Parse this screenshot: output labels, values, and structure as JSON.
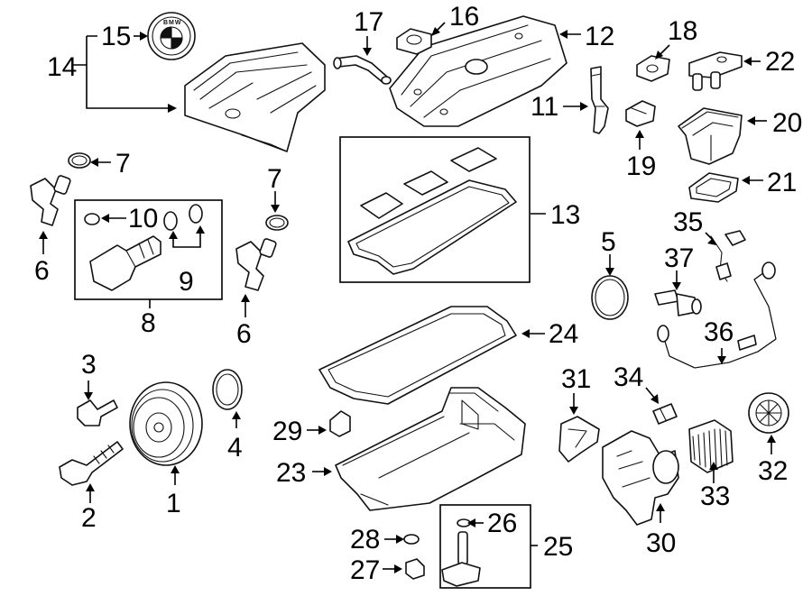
{
  "diagram": {
    "logo_text": "BMW",
    "callouts": {
      "c1": "1",
      "c2": "2",
      "c3": "3",
      "c4": "4",
      "c5": "5",
      "c6a": "6",
      "c6b": "6",
      "c7a": "7",
      "c7b": "7",
      "c8": "8",
      "c9": "9",
      "c10": "10",
      "c11": "11",
      "c12": "12",
      "c13": "13",
      "c14": "14",
      "c15": "15",
      "c16": "16",
      "c17": "17",
      "c18": "18",
      "c19": "19",
      "c20": "20",
      "c21": "21",
      "c22": "22",
      "c23": "23",
      "c24": "24",
      "c25": "25",
      "c26": "26",
      "c27": "27",
      "c28": "28",
      "c29": "29",
      "c30": "30",
      "c31": "31",
      "c32": "32",
      "c33": "33",
      "c34": "34",
      "c35": "35",
      "c36": "36",
      "c37": "37"
    }
  }
}
